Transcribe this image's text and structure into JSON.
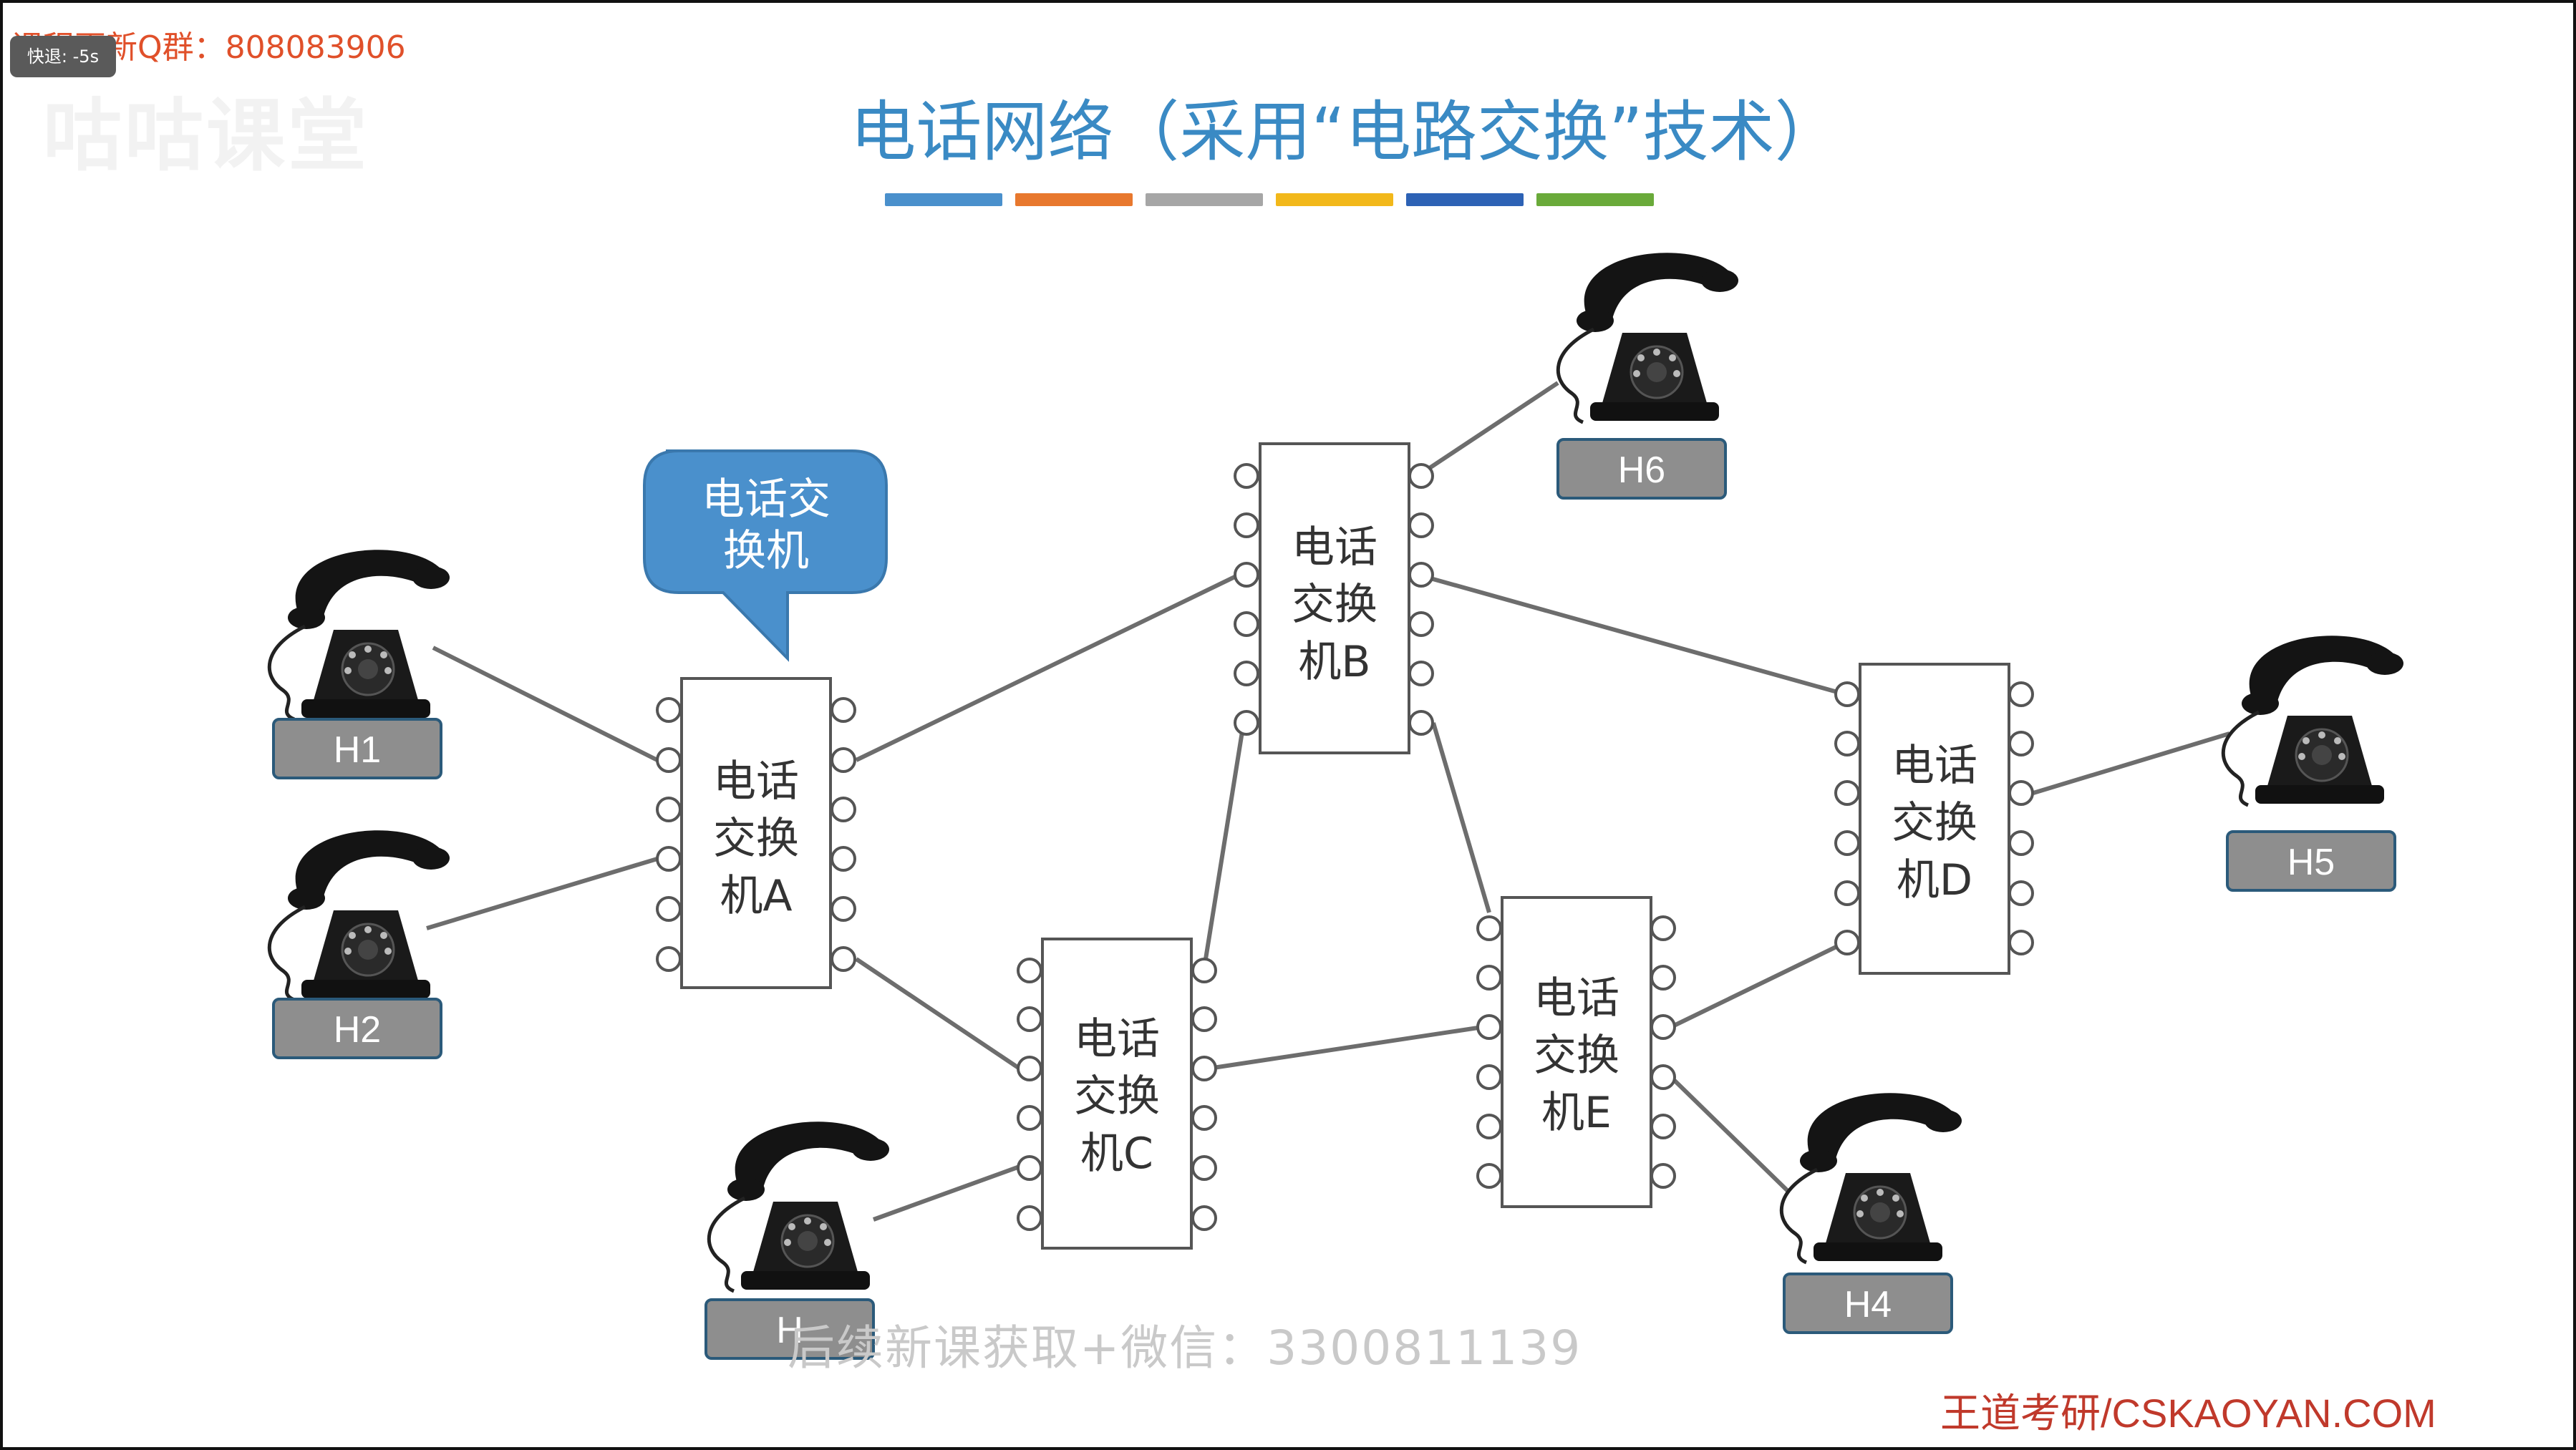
{
  "overlay": {
    "qq_notice": "课程更新Q群：808083906",
    "speed_badge": "快退: -5s",
    "ghost_logo": "咕咕课堂"
  },
  "title": "电话网络（采用“电路交换”技术）",
  "color_bars": [
    "#4a90cc",
    "#e8782e",
    "#a6a6a6",
    "#f2b81a",
    "#2d62b5",
    "#6aaa3a"
  ],
  "callout": {
    "line1": "电话交",
    "line2": "换机",
    "color": "#4a90cc"
  },
  "switches": [
    {
      "id": "A",
      "line1": "电话",
      "line2": "交换",
      "line3": "机A"
    },
    {
      "id": "B",
      "line1": "电话",
      "line2": "交换",
      "line3": "机B"
    },
    {
      "id": "C",
      "line1": "电话",
      "line2": "交换",
      "line3": "机C"
    },
    {
      "id": "D",
      "line1": "电话",
      "line2": "交换",
      "line3": "机D"
    },
    {
      "id": "E",
      "line1": "电话",
      "line2": "交换",
      "line3": "机E"
    }
  ],
  "hosts": [
    {
      "id": "H1",
      "label": "H1"
    },
    {
      "id": "H2",
      "label": "H2"
    },
    {
      "id": "H3",
      "label": "H"
    },
    {
      "id": "H4",
      "label": "H4"
    },
    {
      "id": "H5",
      "label": "H5"
    },
    {
      "id": "H6",
      "label": "H6"
    }
  ],
  "icons": {
    "phone": "rotary-telephone-icon"
  },
  "watermark": "后续新课获取+微信：3300811139",
  "footer_brand": "王道考研/CSKAOYAN.COM"
}
